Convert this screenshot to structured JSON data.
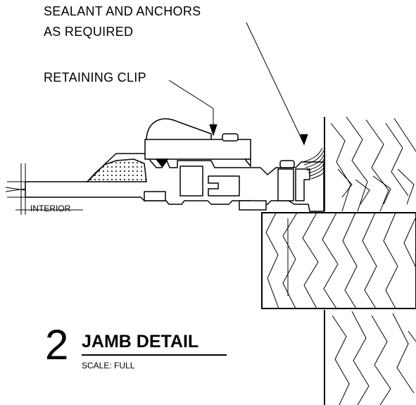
{
  "labels": {
    "sealant_line1": "SEALANT AND ANCHORS",
    "sealant_line2": "AS REQUIRED",
    "retaining_clip": "RETAINING CLIP",
    "interior": "INTERIOR"
  },
  "title_block": {
    "detail_number": "2",
    "title": "JAMB DETAIL",
    "scale": "SCALE:  FULL"
  },
  "colors": {
    "line": "#000000",
    "background": "#ffffff"
  }
}
